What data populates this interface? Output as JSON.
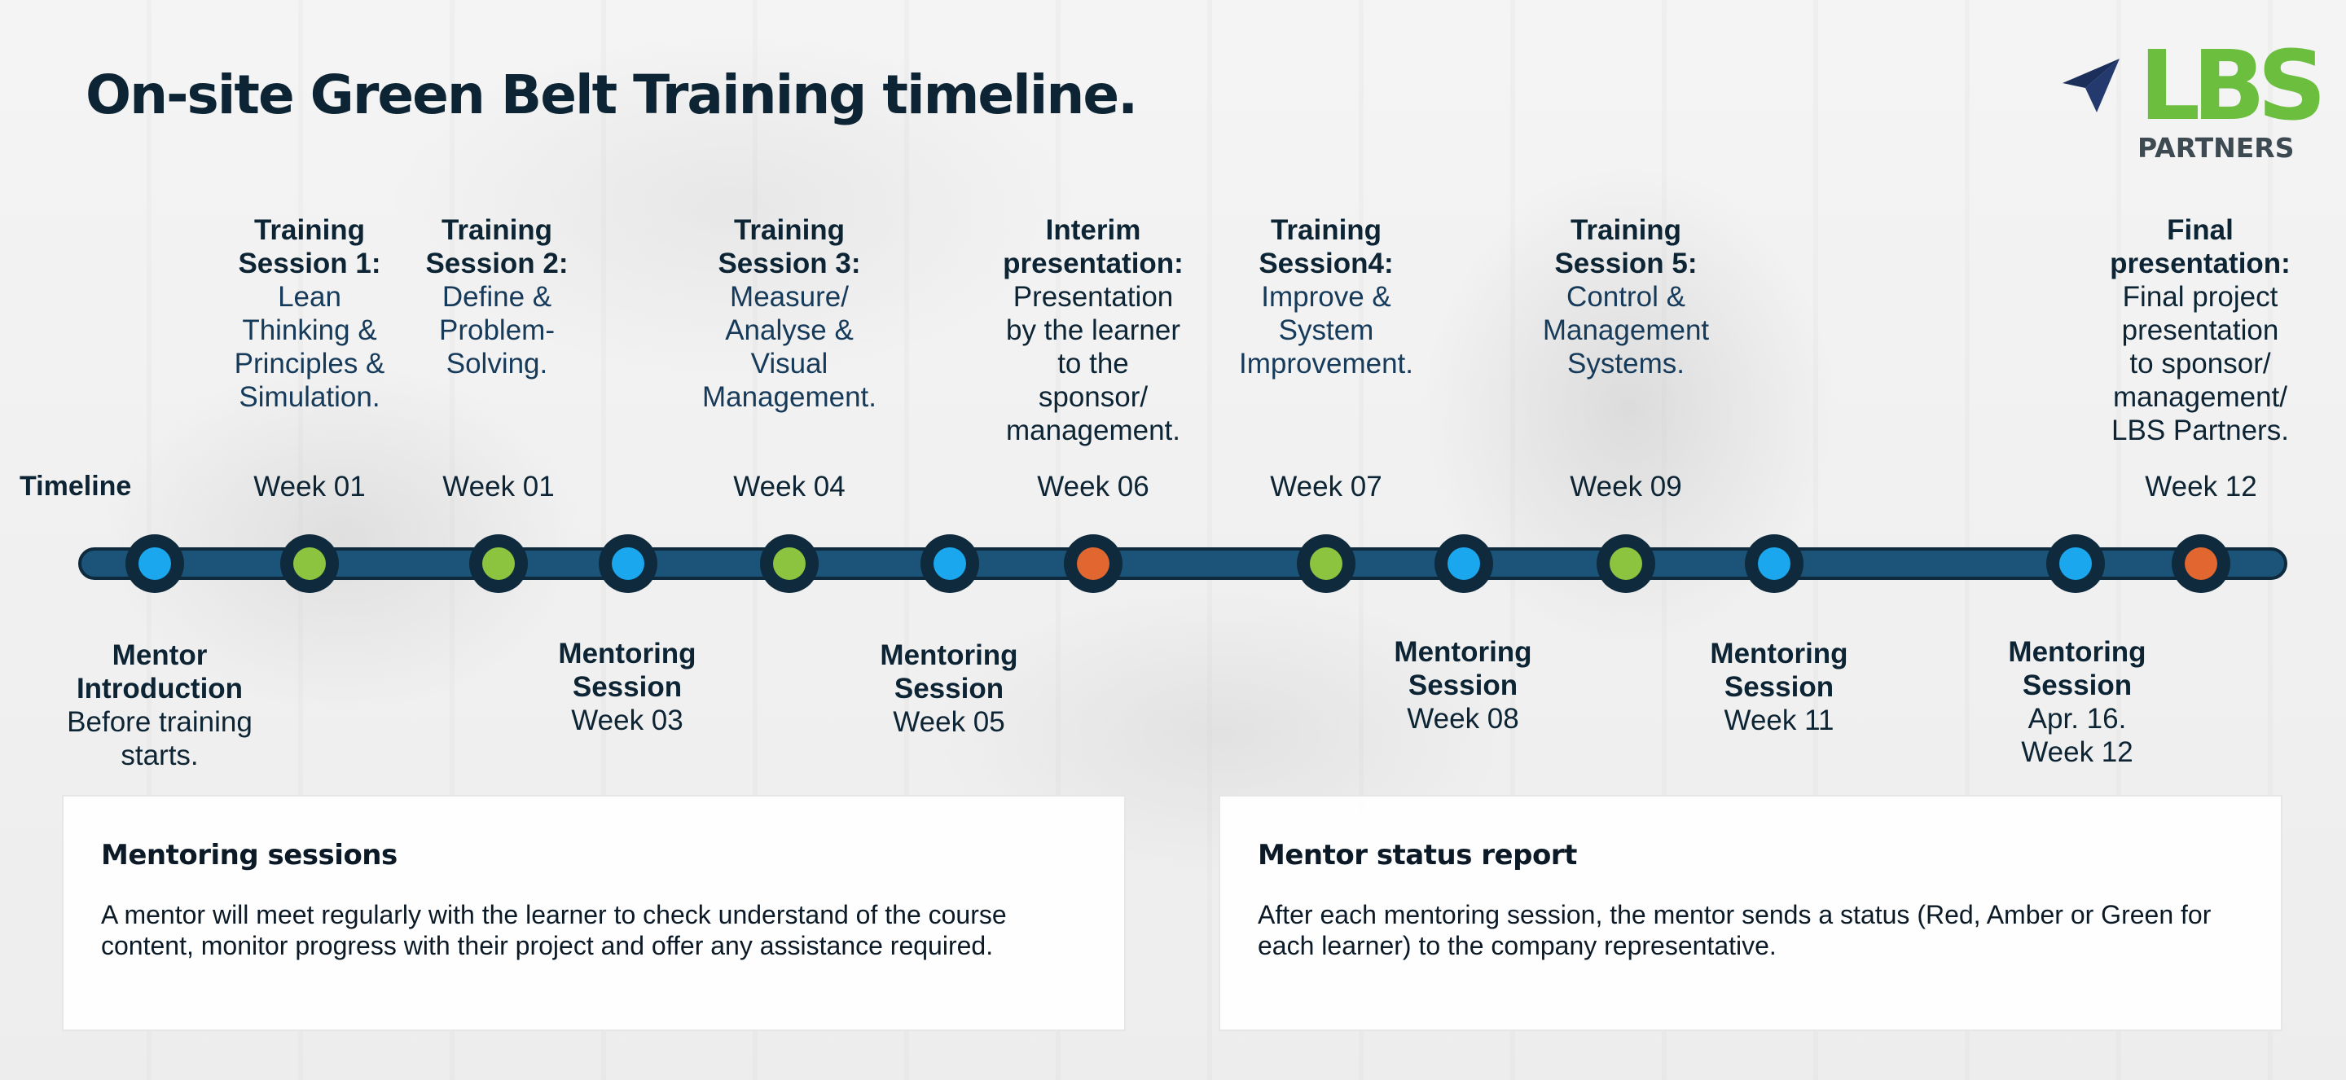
{
  "title": "On-site Green Belt Training timeline.",
  "logo": {
    "mark": "LBS",
    "sub": "PARTNERS",
    "icon": "paper-plane-icon"
  },
  "colors": {
    "track": "#1b5379",
    "node_ring": "#0e2a3c",
    "blue": "#1aa7ee",
    "green": "#8cc43f",
    "orange": "#e2662f"
  },
  "timeline_label": "Timeline",
  "nodes": [
    {
      "color": "blue"
    },
    {
      "color": "green"
    },
    {
      "color": "green"
    },
    {
      "color": "blue"
    },
    {
      "color": "green"
    },
    {
      "color": "blue"
    },
    {
      "color": "orange"
    },
    {
      "color": "green"
    },
    {
      "color": "blue"
    },
    {
      "color": "green"
    },
    {
      "color": "blue"
    },
    {
      "color": "blue"
    },
    {
      "color": "orange"
    }
  ],
  "weeks": [
    "Week 01",
    "Week 01",
    "Week 04",
    "Week 06",
    "Week 07",
    "Week 09",
    "Week 12"
  ],
  "top_labels": [
    {
      "heading": "Training\nSession 1:",
      "body": "Lean\nThinking &\nPrinciples &\nSimulation."
    },
    {
      "heading": "Training\nSession 2:",
      "body": "Define &\nProblem-\nSolving."
    },
    {
      "heading": "Training\nSession 3:",
      "body": "Measure/\nAnalyse &\nVisual\nManagement."
    },
    {
      "heading": "Interim\npresentation:",
      "body": "Presentation\nby the learner\nto the\nsponsor/\nmanagement."
    },
    {
      "heading": "Training\nSession4:",
      "body": "Improve &\nSystem\nImprovement."
    },
    {
      "heading": "Training\nSession 5:",
      "body": "Control &\nManagement\nSystems."
    },
    {
      "heading": "Final\npresentation:",
      "body": "Final project\npresentation\nto sponsor/\nmanagement/\nLBS Partners."
    }
  ],
  "bottom_labels": [
    {
      "heading": "Mentor\nIntroduction",
      "body": "Before training\nstarts."
    },
    {
      "heading": "Mentoring\nSession",
      "body": "Week 03"
    },
    {
      "heading": "Mentoring\nSession",
      "body": "Week 05"
    },
    {
      "heading": "Mentoring\nSession",
      "body": "Week 08"
    },
    {
      "heading": "Mentoring\nSession",
      "body": "Week 11"
    },
    {
      "heading": "Mentoring\nSession",
      "body": "Apr. 16.\nWeek 12"
    }
  ],
  "cards": [
    {
      "title": "Mentoring sessions",
      "text": "A mentor will meet regularly with the learner to check understand of the course content, monitor progress with their project and offer any assistance required."
    },
    {
      "title": "Mentor status report",
      "text": "After each mentoring session, the mentor sends a status (Red, Amber or Green for each learner) to the company representative."
    }
  ]
}
